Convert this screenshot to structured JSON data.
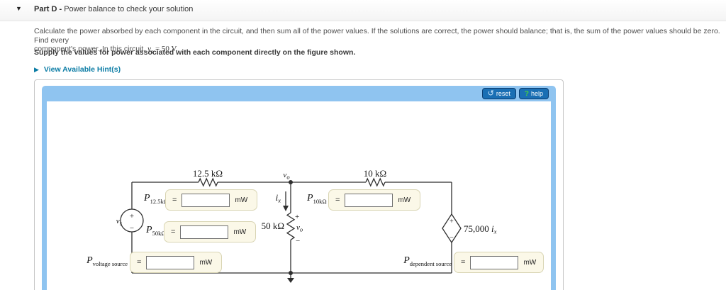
{
  "part": {
    "collapse_icon": "▼",
    "title_prefix": "Part D - ",
    "title": "Power balance to check your solution"
  },
  "instructions": {
    "line1": "Calculate the power absorbed by each component in the circuit, and then sum all of the power values. If the solutions are correct, the power should balance; that is, the sum of the power values should be zero. Find every",
    "line2_prefix": "component's power. In this circuit, ",
    "math": {
      "var": "v",
      "sub": "s",
      "rest": " = 50 V."
    },
    "supply_line": "Supply the values for power associated with each component directly on the figure shown.",
    "hint_arrow": "▶",
    "hint_link": "View Available Hint(s)"
  },
  "applet": {
    "reset": {
      "icon": "↺",
      "label": "reset"
    },
    "help": {
      "icon": "?",
      "label": "help"
    },
    "colors": {
      "frame_blue": "#8fc4f0",
      "button_blue": "#1a6fb4",
      "button_border": "#0c3e71",
      "tan_box_bg": "#fbf8e8",
      "tan_box_border": "#d9d5b4",
      "hint_teal": "#0b7ca5"
    }
  },
  "circuit": {
    "resistors": {
      "top_left": "12.5 kΩ",
      "top_right": "10 kΩ",
      "middle": "50 kΩ"
    },
    "labels": {
      "vs_var": "v",
      "vs_sub": "s",
      "vo_var": "v",
      "vo_sub": "o",
      "ix_var": "i",
      "ix_sub": "x",
      "dep_coeff": "75,000 ",
      "dep_var": "i",
      "dep_sub": "x",
      "plus": "+",
      "minus": "−"
    },
    "power_fields": [
      {
        "sym": "P",
        "sub": "12.5kΩ",
        "eq": "=",
        "value": "",
        "unit": "mW"
      },
      {
        "sym": "P",
        "sub": "50kΩ",
        "eq": "=",
        "value": "",
        "unit": "mW"
      },
      {
        "sym": "P",
        "sub": "voltage source",
        "eq": "=",
        "value": "",
        "unit": "mW"
      },
      {
        "sym": "P",
        "sub": "10kΩ",
        "eq": "=",
        "value": "",
        "unit": "mW"
      },
      {
        "sym": "P",
        "sub": "dependent source",
        "eq": "=",
        "value": "",
        "unit": "mW"
      }
    ]
  }
}
